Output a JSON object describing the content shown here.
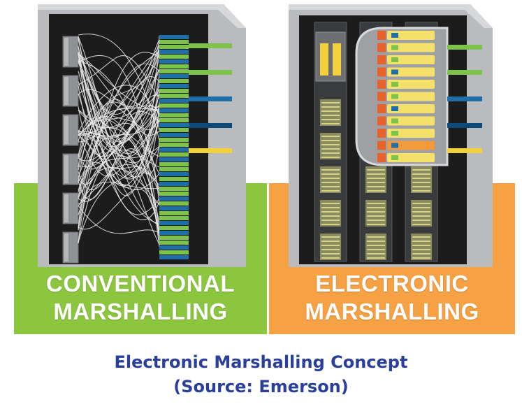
{
  "panels": {
    "conventional": {
      "line1": "CONVENTIONAL",
      "line2": "MARSHALLING",
      "band_color": "#8cc63f"
    },
    "electronic": {
      "line1": "ELECTRONIC",
      "line2": "MARSHALLING",
      "band_color": "#f7a145"
    }
  },
  "caption": {
    "line1": "Electronic Marshalling Concept",
    "line2": "(Source: Emerson)",
    "color": "#2a3f9b"
  },
  "colors": {
    "cabinet_frame": "#b9bbbe",
    "cabinet_interior": "#1c1c1c",
    "wire": "#e8e8e8",
    "terminal_blue": "#1e6fa8",
    "terminal_green": "#7dc24a",
    "terminal_yellow": "#f2d23c",
    "charm_yellow": "#f5e06a",
    "charm_orange": "#e8622b"
  }
}
